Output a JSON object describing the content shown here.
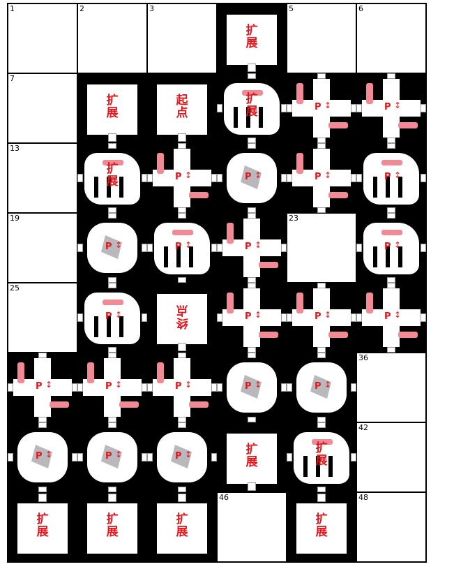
{
  "grid": {
    "rows": 8,
    "cols": 6,
    "empty_cells": [
      {
        "n": "1",
        "r": 0,
        "c": 0
      },
      {
        "n": "2",
        "r": 0,
        "c": 1
      },
      {
        "n": "3",
        "r": 0,
        "c": 2
      },
      {
        "n": "5",
        "r": 0,
        "c": 4
      },
      {
        "n": "6",
        "r": 0,
        "c": 5
      },
      {
        "n": "7",
        "r": 1,
        "c": 0
      },
      {
        "n": "13",
        "r": 2,
        "c": 0
      },
      {
        "n": "19",
        "r": 3,
        "c": 0
      },
      {
        "n": "23",
        "r": 3,
        "c": 4
      },
      {
        "n": "25",
        "r": 4,
        "c": 0
      },
      {
        "n": "36",
        "r": 5,
        "c": 5
      },
      {
        "n": "42",
        "r": 6,
        "c": 5
      },
      {
        "n": "46",
        "r": 7,
        "c": 3
      },
      {
        "n": "48",
        "r": 7,
        "c": 5
      }
    ],
    "labeled_rooms": [
      {
        "r": 0,
        "c": 3,
        "text": "扩展",
        "rot": 0
      },
      {
        "r": 1,
        "c": 1,
        "text": "扩展",
        "rot": 0
      },
      {
        "r": 1,
        "c": 2,
        "text": "起点",
        "rot": 0
      },
      {
        "r": 4,
        "c": 2,
        "text": "终点",
        "rot": 180
      },
      {
        "r": 6,
        "c": 3,
        "text": "扩展",
        "rot": 0
      },
      {
        "r": 7,
        "c": 0,
        "text": "扩展",
        "rot": 0
      },
      {
        "r": 7,
        "c": 1,
        "text": "扩展",
        "rot": 0
      },
      {
        "r": 7,
        "c": 2,
        "text": "扩展",
        "rot": 0
      },
      {
        "r": 7,
        "c": 4,
        "text": "扩展",
        "rot": 0
      }
    ],
    "rooms": [
      {
        "r": 1,
        "c": 3,
        "kind": "maze",
        "label": "扩展"
      },
      {
        "r": 1,
        "c": 4,
        "kind": "corner",
        "p": "P"
      },
      {
        "r": 1,
        "c": 5,
        "kind": "corner",
        "p": "P"
      },
      {
        "r": 2,
        "c": 1,
        "kind": "maze",
        "label": "扩展"
      },
      {
        "r": 2,
        "c": 2,
        "kind": "corner",
        "p": "P"
      },
      {
        "r": 2,
        "c": 3,
        "kind": "cross",
        "p": "P"
      },
      {
        "r": 2,
        "c": 4,
        "kind": "tee",
        "p": "P"
      },
      {
        "r": 2,
        "c": 5,
        "kind": "maze",
        "p": "P"
      },
      {
        "r": 3,
        "c": 1,
        "kind": "cross",
        "p": "P"
      },
      {
        "r": 3,
        "c": 2,
        "kind": "maze",
        "p": "P"
      },
      {
        "r": 3,
        "c": 3,
        "kind": "corner",
        "p": "P"
      },
      {
        "r": 3,
        "c": 5,
        "kind": "maze",
        "p": "P"
      },
      {
        "r": 4,
        "c": 1,
        "kind": "maze",
        "p": "P"
      },
      {
        "r": 4,
        "c": 3,
        "kind": "corner",
        "p": "P"
      },
      {
        "r": 4,
        "c": 4,
        "kind": "corner",
        "p": "P"
      },
      {
        "r": 4,
        "c": 5,
        "kind": "corner",
        "p": "P"
      },
      {
        "r": 5,
        "c": 0,
        "kind": "corner",
        "p": "P"
      },
      {
        "r": 5,
        "c": 1,
        "kind": "corner",
        "p": "P"
      },
      {
        "r": 5,
        "c": 2,
        "kind": "corner",
        "p": "P"
      },
      {
        "r": 5,
        "c": 3,
        "kind": "cross",
        "p": "P"
      },
      {
        "r": 5,
        "c": 4,
        "kind": "cross",
        "p": "P"
      },
      {
        "r": 6,
        "c": 0,
        "kind": "cross",
        "p": "P"
      },
      {
        "r": 6,
        "c": 1,
        "kind": "cross",
        "p": "P"
      },
      {
        "r": 6,
        "c": 2,
        "kind": "cross",
        "p": "P"
      },
      {
        "r": 6,
        "c": 4,
        "kind": "maze",
        "label": "扩展"
      }
    ]
  },
  "colors": {
    "background": "#000000",
    "room": "#ffffff",
    "label": "#e4161b",
    "pink": "#f28a95",
    "stone": "#b9b9bd"
  }
}
